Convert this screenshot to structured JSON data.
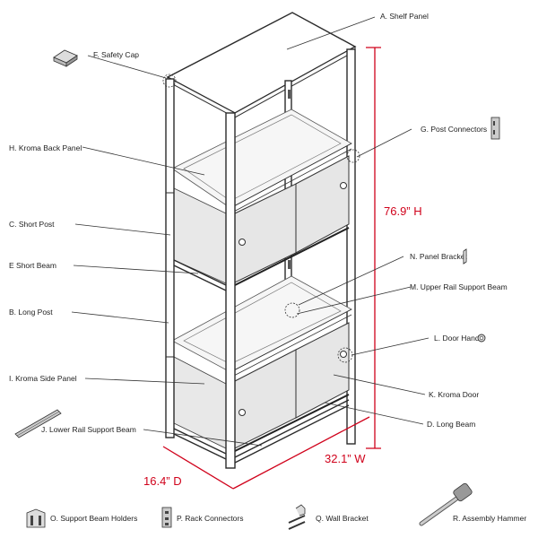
{
  "labels": {
    "a": "A. Shelf Panel",
    "b": "B. Long Post",
    "c": "C. Short Post",
    "d": "D. Long Beam",
    "e": "E Short Beam",
    "f": "F. Safety Cap",
    "g": "G. Post Connectors",
    "h": "H. Kroma Back Panel",
    "i": "I. Kroma Side Panel",
    "j": "J. Lower Rail Support Beam",
    "k": "K. Kroma Door",
    "l": "L. Door Handle",
    "m": "M. Upper Rail Support Beam",
    "n": "N. Panel Bracket",
    "o": "O. Support Beam Holders",
    "p": "P. Rack Connectors",
    "q": "Q. Wall Bracket",
    "r": "R. Assembly Hammer"
  },
  "dimensions": {
    "height": "76.9” H",
    "width": "32.1” W",
    "depth": "16.4” D"
  },
  "colors": {
    "dimension": "#d0021b",
    "line": "#2a2a2a",
    "panel": "#e8e8e8"
  }
}
